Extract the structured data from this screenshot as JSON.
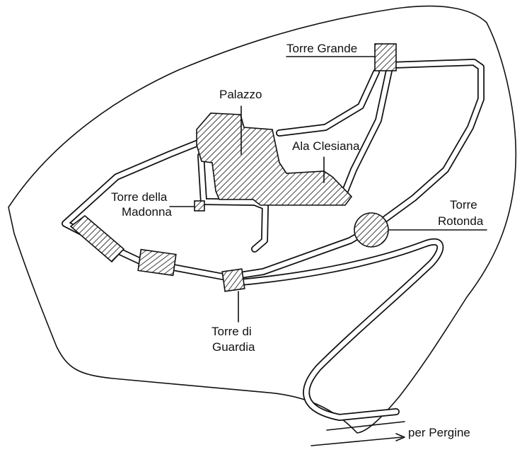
{
  "labels": {
    "torre_grande": "Torre Grande",
    "palazzo": "Palazzo",
    "ala_clesiana": "Ala Clesiana",
    "torre_della_madonna_line1": "Torre della",
    "torre_della_madonna_line2": "Madonna",
    "torre_rotonda_line1": "Torre",
    "torre_rotonda_line2": "Rotonda",
    "torre_di_guardia_line1": "Torre di",
    "torre_di_guardia_line2": "Guardia",
    "per_pergine": "per Pergine"
  }
}
